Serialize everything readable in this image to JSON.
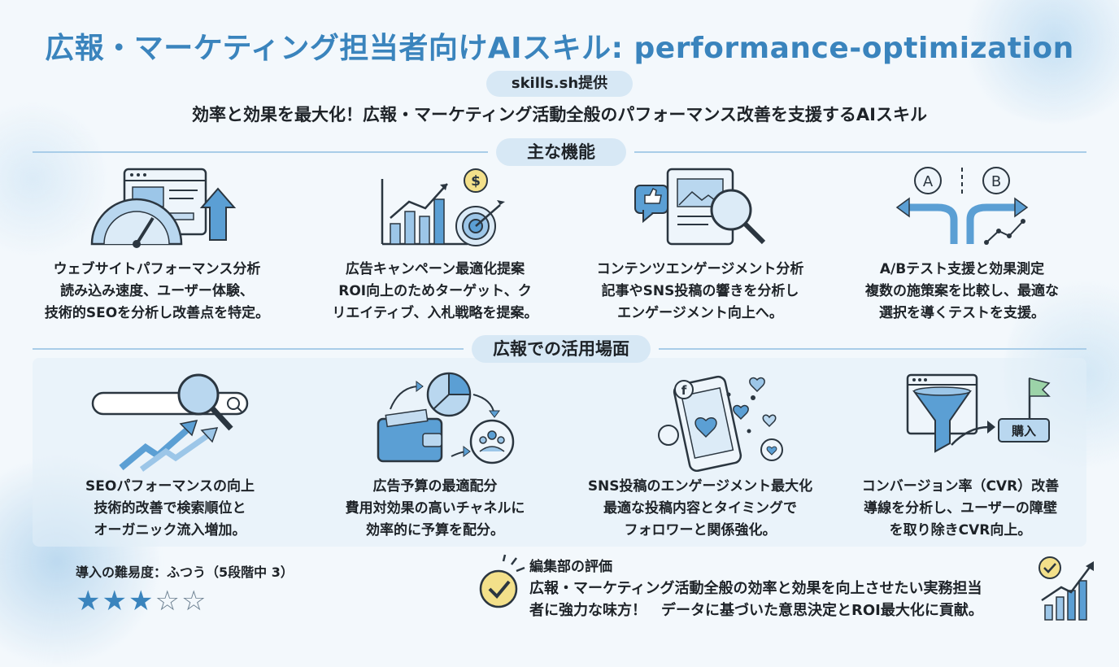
{
  "header": {
    "title": "広報・マーケティング担当者向けAIスキル: performance-optimization",
    "provider": "skills.sh提供",
    "tagline": "効率と効果を最大化！広報・マーケティング活動全般のパフォーマンス改善を支援するAIスキル"
  },
  "features": {
    "heading": "主な機能",
    "items": [
      {
        "icon": "speedometer-webpage-icon",
        "title": "ウェブサイトパフォーマンス分析",
        "desc": [
          "読み込み速度、ユーザー体験、",
          "技術的SEOを分析し改善点を特定。"
        ]
      },
      {
        "icon": "growth-chart-target-icon",
        "title": "広告キャンペーン最適化提案",
        "desc": [
          "ROI向上のためターゲット、ク",
          "リエイティブ、入札戦略を提案。"
        ]
      },
      {
        "icon": "content-magnifier-icon",
        "title": "コンテンツエンゲージメント分析",
        "desc": [
          "記事やSNS投稿の響きを分析し",
          "エンゲージメント向上へ。"
        ]
      },
      {
        "icon": "ab-split-arrows-icon",
        "title": "A/Bテスト支援と効果測定",
        "desc": [
          "複数の施策案を比較し、最適な",
          "選択を導くテストを支援。"
        ]
      }
    ],
    "ab_labels": [
      "A",
      "B"
    ],
    "dollar": "$"
  },
  "usecases": {
    "heading": "広報での活用場面",
    "items": [
      {
        "icon": "search-bar-growth-icon",
        "title": "SEOパフォーマンスの向上",
        "desc": [
          "技術的改善で検索順位と",
          "オーガニック流入増加。"
        ]
      },
      {
        "icon": "wallet-pie-cycle-icon",
        "title": "広告予算の最適配分",
        "desc": [
          "費用対効果の高いチャネルに",
          "効率的に予算を配分。"
        ]
      },
      {
        "icon": "phone-hearts-icon",
        "title": "SNS投稿のエンゲージメント最大化",
        "desc": [
          "最適な投稿内容とタイミングで",
          "フォロワーと関係強化。"
        ]
      },
      {
        "icon": "funnel-flag-icon",
        "title": "コンバージョン率（CVR）改善",
        "desc": [
          "導線を分析し、ユーザーの障壁",
          "を取り除きCVR向上。"
        ]
      }
    ],
    "purchase_label": "購入",
    "fb_letter": "f"
  },
  "difficulty": {
    "label": "導入の難易度：ふつう（5段階中 3）",
    "rating": 3,
    "max": 5
  },
  "review": {
    "title": "編集部の評価",
    "lines": [
      "広報・マーケティング活動全般の効率と効果を向上させたい実務担当",
      "者に強力な味方！　データに基づいた意思決定とROI最大化に貢献。"
    ]
  },
  "colors": {
    "accent": "#3a84bd",
    "soft": "#d7e8f5",
    "ink": "#1e2328",
    "yellow": "#f3e08a"
  }
}
